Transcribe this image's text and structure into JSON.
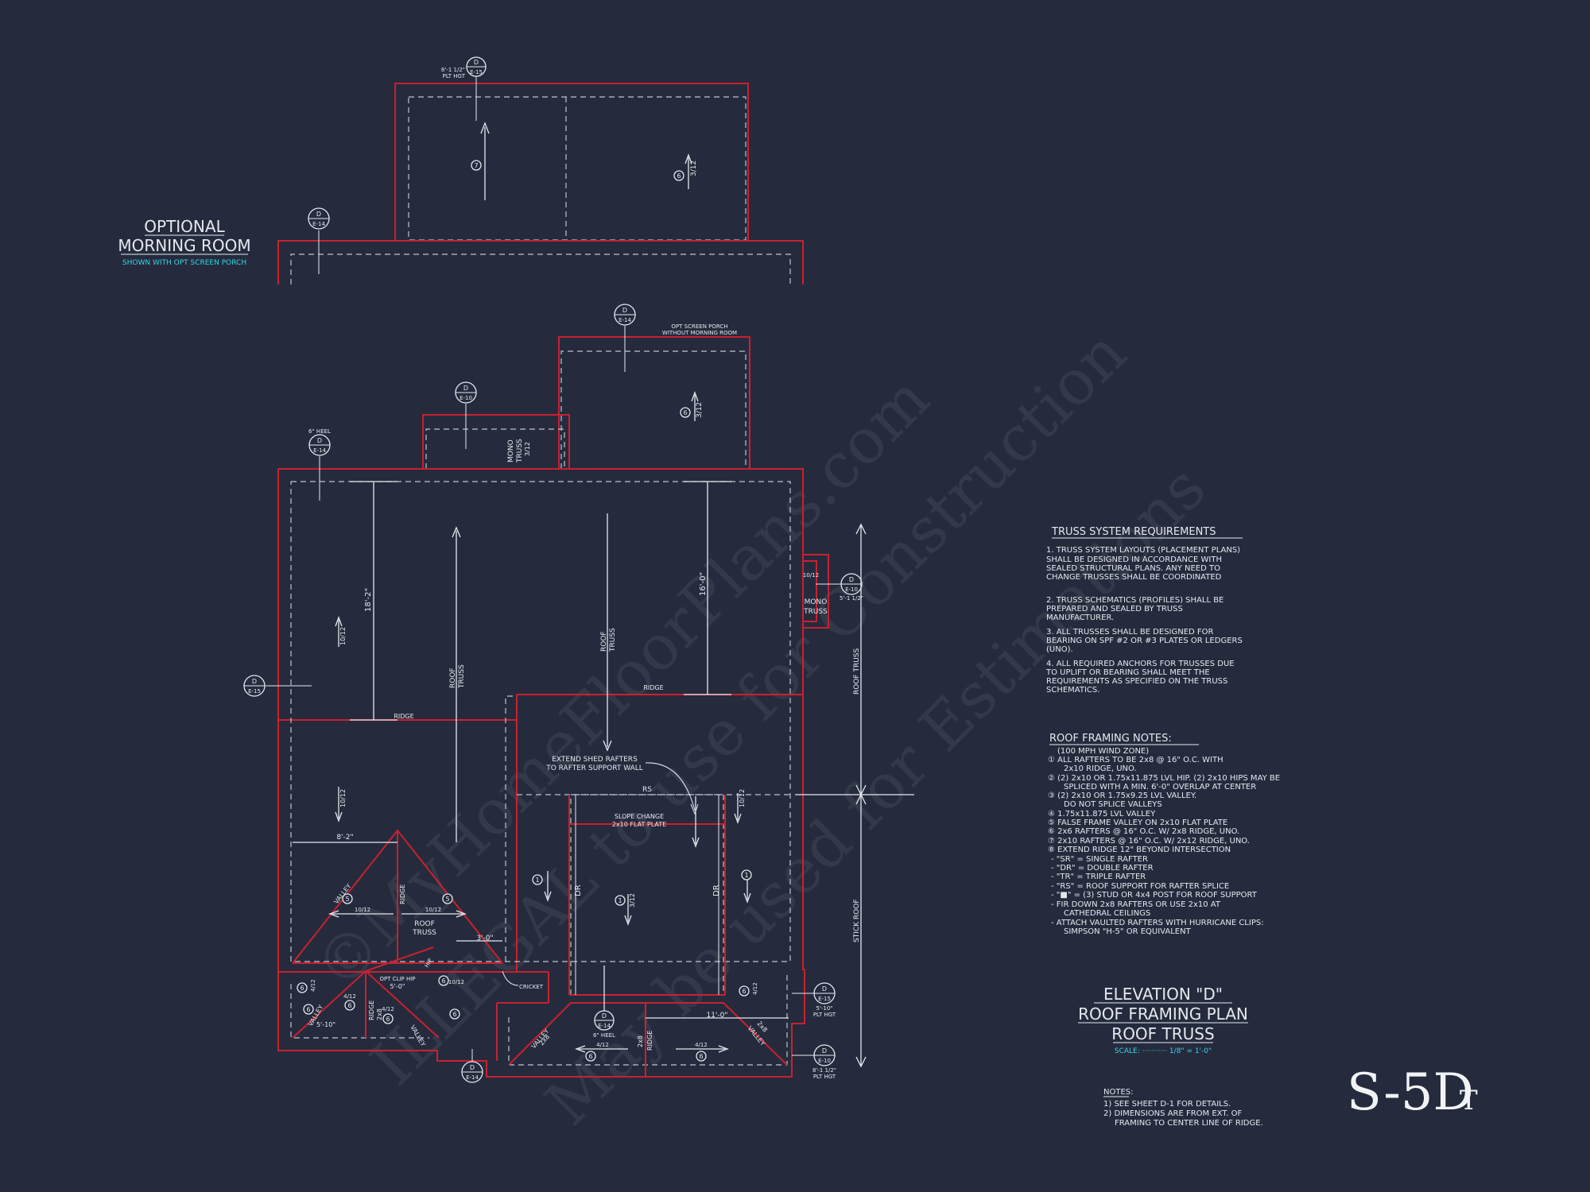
{
  "sheet_number": "S-5D",
  "sheet_suffix": "T",
  "colors": {
    "background": "#252b3d",
    "walls": "#c8212f",
    "linework": "#e6e8ee",
    "accent": "#36d6e7"
  },
  "optional_room": {
    "line1": "OPTIONAL",
    "line2": "MORNING ROOM",
    "sub": "SHOWN WITH OPT SCREEN PORCH"
  },
  "truss_requirements": {
    "title": "TRUSS SYSTEM REQUIREMENTS",
    "items": [
      [
        "1. TRUSS SYSTEM LAYOUTS (PLACEMENT PLANS)",
        "SHALL BE DESIGNED IN ACCORDANCE WITH",
        "SEALED STRUCTURAL PLANS. ANY NEED TO",
        "CHANGE TRUSSES SHALL BE COORDINATED"
      ],
      [
        "2. TRUSS SCHEMATICS (PROFILES) SHALL BE",
        "PREPARED AND SEALED BY TRUSS",
        "MANUFACTURER."
      ],
      [
        "3. ALL TRUSSES SHALL BE DESIGNED FOR",
        "BEARING ON SPF #2 OR #3 PLATES OR LEDGERS",
        "(UNO)."
      ],
      [
        "4. ALL REQUIRED ANCHORS FOR TRUSSES DUE",
        "TO UPLIFT OR BEARING SHALL MEET THE",
        "REQUIREMENTS AS SPECIFIED ON THE TRUSS",
        "SCHEMATICS."
      ]
    ]
  },
  "roof_notes": {
    "title": "ROOF FRAMING NOTES:",
    "lines": [
      "(100 MPH WIND ZONE)",
      "① ALL RAFTERS TO BE 2x8 @ 16\" O.C. WITH",
      "2x10 RIDGE, UNO.",
      "② (2) 2x10 OR 1.75x11.875 LVL HIP. (2) 2x10 HIPS MAY BE",
      "SPLICED WITH A MIN. 6'-0\" OVERLAP AT CENTER",
      "③ (2) 2x10 OR 1.75x9.25 LVL VALLEY.",
      "DO NOT SPLICE VALLEYS",
      "④ 1.75x11.875 LVL VALLEY",
      "⑤ FALSE FRAME VALLEY ON 2x10 FLAT PLATE",
      "⑥ 2x6 RAFTERS @ 16\" O.C. W/ 2x8 RIDGE, UNO.",
      "⑦ 2x10 RAFTERS @ 16\" O.C. W/ 2x12 RIDGE, UNO.",
      "⑧ EXTEND RIDGE 12\" BEYOND INTERSECTION",
      "- \"SR\" = SINGLE RAFTER",
      "- \"DR\" = DOUBLE RAFTER",
      "- \"TR\" = TRIPLE RAFTER",
      "- \"RS\" = ROOF SUPPORT FOR RAFTER SPLICE",
      "- \"■\" = (3) STUD OR 4x4 POST FOR ROOF SUPPORT",
      "- FIR DOWN 2x8 RAFTERS OR USE 2x10 AT",
      "CATHEDRAL CEILINGS",
      "- ATTACH VAULTED RAFTERS WITH HURRICANE CLIPS:",
      "SIMPSON \"H-5\" OR EQUIVALENT"
    ]
  },
  "title_block": {
    "line1": "ELEVATION \"D\"",
    "line2": "ROOF FRAMING PLAN",
    "line3": "ROOF TRUSS",
    "scale": "SCALE: ··········· 1/8\" = 1'-0\""
  },
  "sheet_notes": {
    "title": "NOTES:",
    "lines": [
      "1) SEE SHEET D-1 FOR DETAILS.",
      "2) DIMENSIONS ARE FROM EXT. OF",
      "FRAMING TO CENTER LINE OF RIDGE."
    ]
  },
  "watermark": {
    "line1": "©MyHomeFloorPlans.com",
    "line2": "ILLEGAL to use for Construction",
    "line3": "May be used for Estimations"
  },
  "plan_labels": {
    "plt_hgt_top": "8'-1 1/2\"",
    "plt_hgt_unit": "PLT HGT",
    "opt_screen_porch": "OPT SCREEN PORCH",
    "without_morning_room": "WITHOUT MORNING ROOM",
    "six_heel": "6\" HEEL",
    "mono_truss": "MONO",
    "truss": "TRUSS",
    "pitch_3_12": "3/12",
    "pitch_10_12": "10/12",
    "pitch_4_12": "4/12",
    "dim_18_2": "18'-2\"",
    "dim_16_0": "16'-0\"",
    "dim_8_2": "8'-2\"",
    "dim_3_0": "3'-0\"",
    "dim_5_0": "5'-0\"",
    "dim_5_10": "5'-10\"",
    "dim_11_0": "11'-0\"",
    "ridge": "RIDGE",
    "roof_truss": "ROOF",
    "rs": "RS",
    "slope_change": "SLOPE CHANGE",
    "flat_plate": "2x10 FLAT PLATE",
    "extend_shed_1": "EXTEND SHED RAFTERS",
    "extend_shed_2": "TO RAFTER SUPPORT WALL",
    "dr": "DR",
    "valley": "VALLEY",
    "cricket": "CRICKET",
    "opt_clip_hip": "OPT CLIP HIP",
    "two_x8": "2x8",
    "hip": "HIP",
    "stick_roof": "STICK ROOF",
    "plt_5_1_2": "5'-1 1/2\"",
    "plt_5_10": "5'-10\"",
    "plt_8_1_2": "8'-1 1/2\"",
    "bubble_d": "D",
    "bubble_e15": "E-15",
    "bubble_e14": "E-14",
    "bubble_e10": "E-10"
  }
}
